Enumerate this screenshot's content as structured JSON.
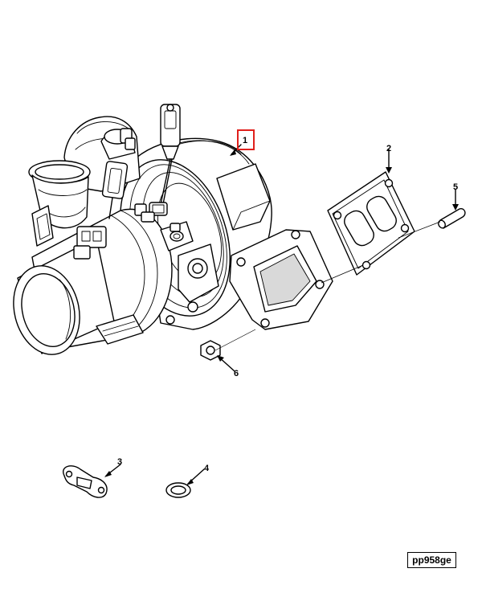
{
  "figure_id": "pp958ge",
  "highlighted_callout": "1",
  "highlight_color": "#e0201c",
  "callouts": {
    "c1": "1",
    "c2": "2",
    "c3": "3",
    "c4": "4",
    "c5": "5",
    "c6": "6"
  }
}
